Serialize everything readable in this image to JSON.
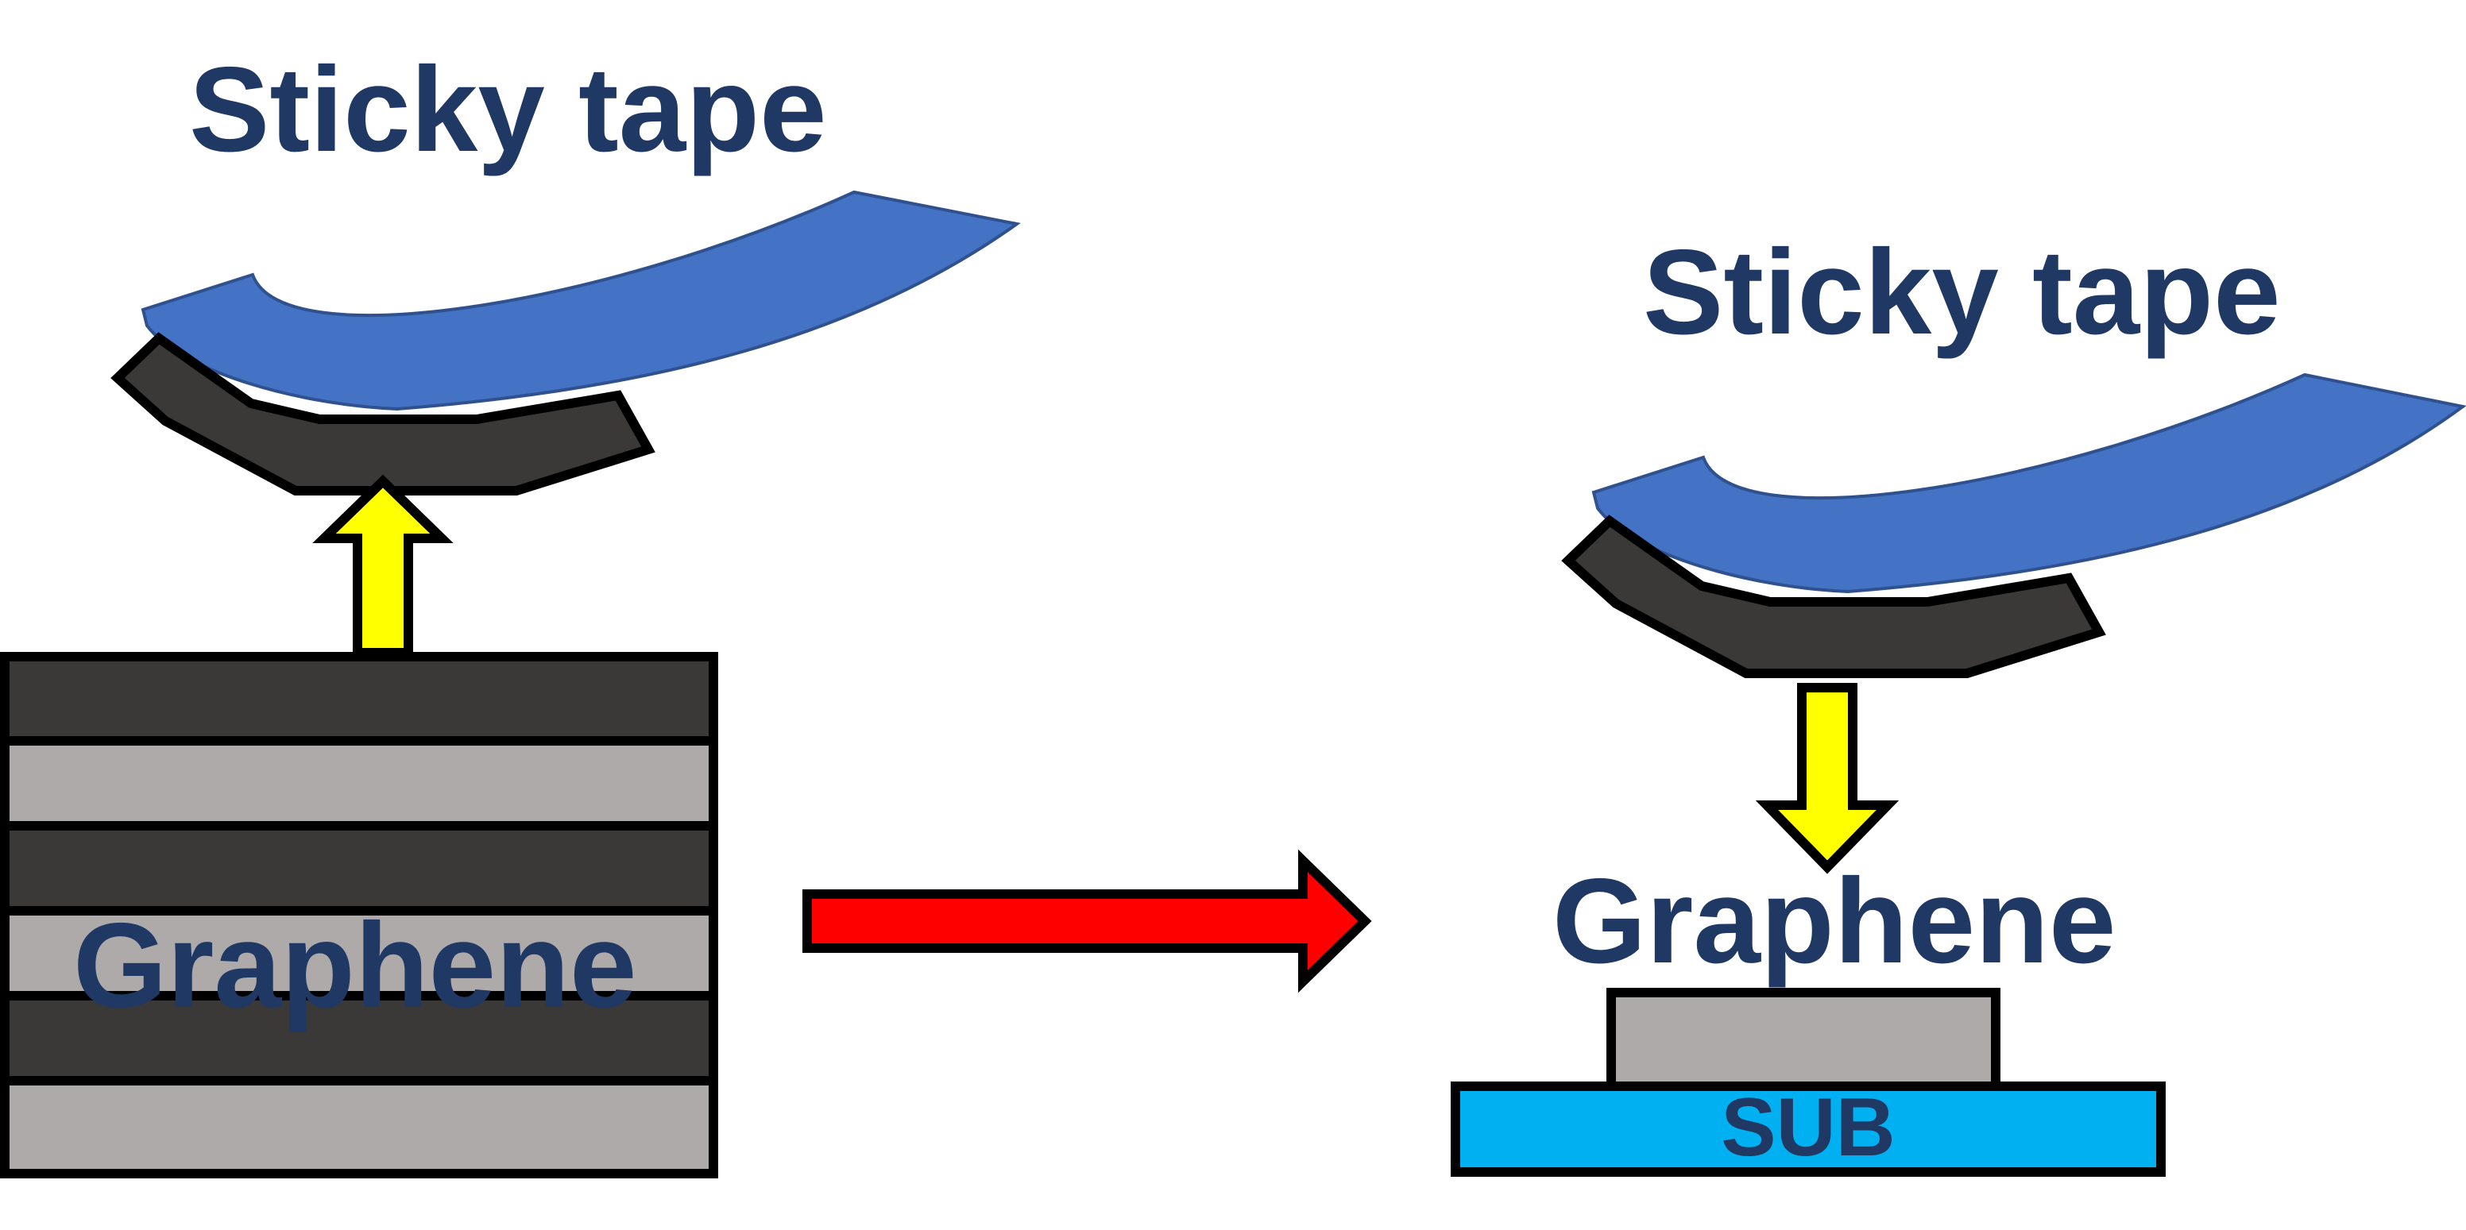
{
  "colors": {
    "background": "#ffffff",
    "text": "#203864",
    "tape": "#4472c4",
    "tape_edge": "#2f528f",
    "graphene_dark": "#3a3938",
    "graphene_light": "#aeaaaa",
    "outline": "#000000",
    "yellow_arrow": "#ffff00",
    "red_arrow": "#ff0000",
    "substrate": "#00b0f0"
  },
  "left_panel": {
    "tape_label": "Sticky tape",
    "graphene_label": "Graphene",
    "stack_layers": [
      "dark",
      "light",
      "dark",
      "light",
      "dark",
      "light"
    ],
    "arrow_direction": "up"
  },
  "transition_arrow": {
    "direction": "right"
  },
  "right_panel": {
    "tape_label": "Sticky tape",
    "graphene_label": "Graphene",
    "substrate_label": "SUB",
    "arrow_direction": "down"
  }
}
